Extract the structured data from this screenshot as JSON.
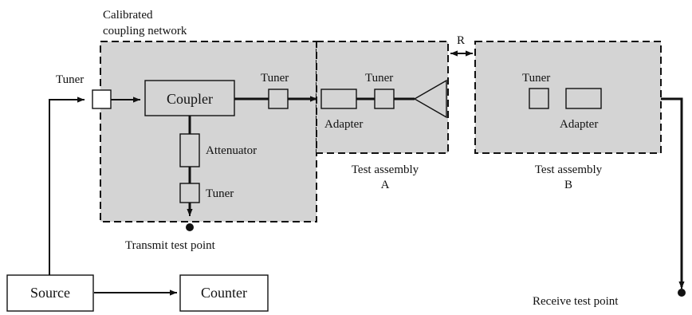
{
  "labels": {
    "calibrated_line1": "Calibrated",
    "calibrated_line2": "coupling network",
    "tuner_input": "Tuner",
    "coupler": "Coupler",
    "tuner_coupler_out": "Tuner",
    "attenuator": "Attenuator",
    "tuner_attenuator": "Tuner",
    "transmit_test_point": "Transmit test point",
    "tuner_a": "Tuner",
    "adapter_a": "Adapter",
    "test_assembly_a_line1": "Test assembly",
    "test_assembly_a_line2": "A",
    "r_label": "R",
    "tuner_b": "Tuner",
    "adapter_b": "Adapter",
    "test_assembly_b_line1": "Test assembly",
    "test_assembly_b_line2": "B",
    "receive_test_point": "Receive test point",
    "source": "Source",
    "counter": "Counter"
  }
}
